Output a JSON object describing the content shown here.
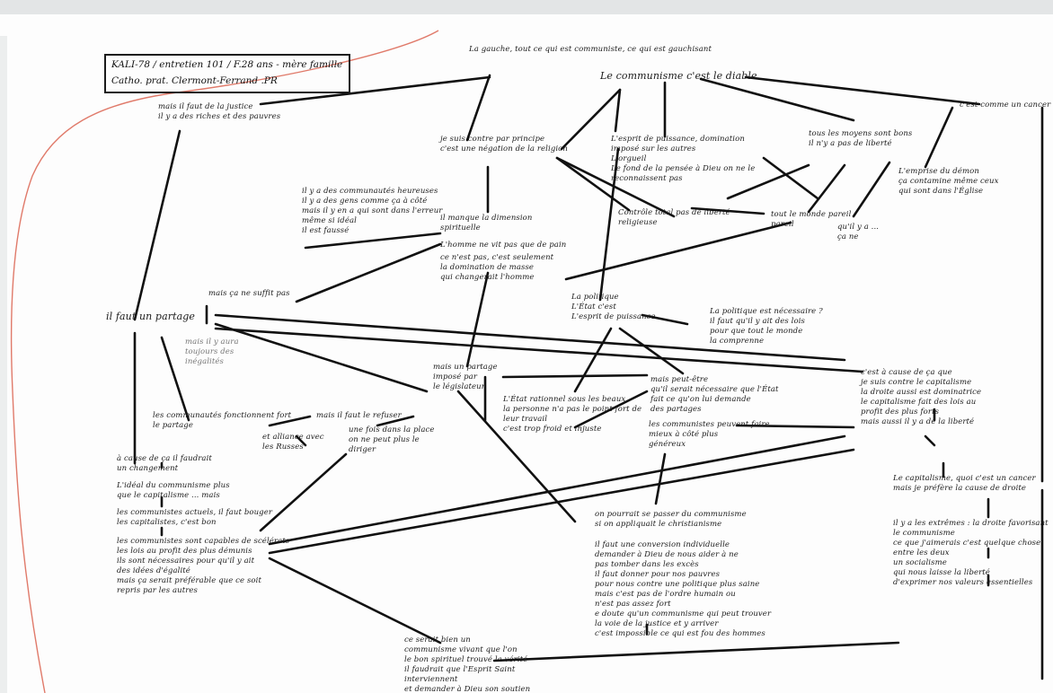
{
  "header": {
    "line1": "KALI-78 / entretien 101 / F.28 ans - mère famille",
    "line2": "Catho. prat. Clermont-Ferrand .PR"
  },
  "notes": {
    "top_center": "La gauche, tout ce qui est communiste, ce qui est gauchisant",
    "communisme_diable": "Le communisme c'est le diable",
    "justice": "mais il faut de la justice\nil y a des riches et des pauvres",
    "contre_principe": "je suis contre par principe\nc'est une négation de la religion",
    "esprit_puissance": "L'esprit de puissance, domination\nimposé sur les autres\nL'orgueil\nLe fond de la pensée à Dieu on ne le\nreconnaissent pas",
    "moyens_bons": "tous les moyens sont bons\nil n'y a pas de liberté",
    "comme_cancer": "c'est comme un cancer",
    "emprise_demon": "L'emprise du démon\nça contamine même ceux\nqui sont dans l'Église",
    "communautes_heureuses": "il y a des communautés heureuses\nil y a des gens comme ça à côté\nmais il y en a qui sont dans l'erreur\nmême si idéal\nil est faussé",
    "dimension_spirituelle": "il manque la dimension\nspirituelle",
    "homme_pain": "L'homme ne vit pas que de pain",
    "domination_masse": "ce n'est pas, c'est seulement\nla domination de masse\nqui changerait l'homme",
    "controle_religieuse": "Contrôle total pas de liberté\nreligieuse",
    "monde_pareil": "tout le monde pareil\npareil",
    "yeux_ne": "qu'il y a ...\nça ne",
    "suffit_pas": "mais ça ne suffit pas",
    "faut_partage": "il faut un partage",
    "gray_note": "mais il y aura\ntoujours des\ninégalités",
    "politique_etat": "La politique\nL'État c'est\nL'esprit de puissance",
    "politique_necessaire": "La politique est nécessaire ?\nil faut qu'il y ait des lois\npour que tout le monde\nla comprenne",
    "partage_imposer": "mais un partage\nimposé par\nle législateur",
    "etat_rationnel": "L'État rationnel sous les beaux\nla personne n'a pas le point fort de\nleur travail\nc'est trop froid et injuste",
    "mais_peut_etre": "mais peut-être\nqu'il serait nécessaire que l'État\nfait ce qu'on lui demande\ndes partages",
    "communistes_faire": "les communistes peuvent faire\nmieux à côté plus\ngénéreux",
    "cause_capitalisme": "c'est à cause de ça que\nje suis contre le capitalisme\nla droite aussi est dominatrice\nle capitalisme fait des lois au\nprofit des plus forts\nmais aussi il y a de la liberté",
    "communautes_fonctionnent": "les communautés fonctionnent fort\nle partage",
    "faut_refuser": "mais il faut le refuser",
    "bout_place": "une fois dans la place\non ne peut plus le\ndiriger",
    "alliance": "et alliance avec\nles Russes",
    "changement": "à cause de ça il faudrait\nun changement",
    "ideal_communisme": "L'idéal du communisme plus\nque le capitalisme ... mais",
    "communistes_actuels": "les communistes actuels, il faut bouger\nles capitalistes, c'est bon",
    "capables_scelerat": "les communistes sont capables de scélérats\nles lois au profit des plus démunis\nils sont nécessaires pour qu'il y ait\ndes idées d'égalité\nmais ça serait préférable que ce soit\nrepris par les autres",
    "capitalisme_quoi": "Le capitalisme, quoi c'est un cancer\nmais je préfère la cause de droite",
    "entre_deux": "il y a les extrêmes : la droite favorisant\nle communisme\nce que j'aimerais c'est quelque chose\nentre les deux\nun socialisme\nqui nous laisse la liberté\nd'exprimer nos valeurs essentielles",
    "christianisme": "on pourrait se passer du communisme\nsi on appliquait le christianisme",
    "conversion": "il faut une conversion individuelle\ndemander à Dieu de nous aider à ne\npas tomber dans les excès\nil faut donner pour nos pauvres\npour nous contre une politique plus saine\nmais c'est pas de l'ordre humain ou\nn'est pas assez fort\ne doute qu'un communisme qui peut trouver\nla voie de la justice et y arriver\nc'est impossible ce qui est fou des hommes",
    "bottom_center": "ce serait bien un\ncommunisme vivant que l'on\nle bon spirituel trouvé la vérité\nil faudrait que l'Esprit Saint\ninterviennent\net demander à Dieu son soutien"
  }
}
